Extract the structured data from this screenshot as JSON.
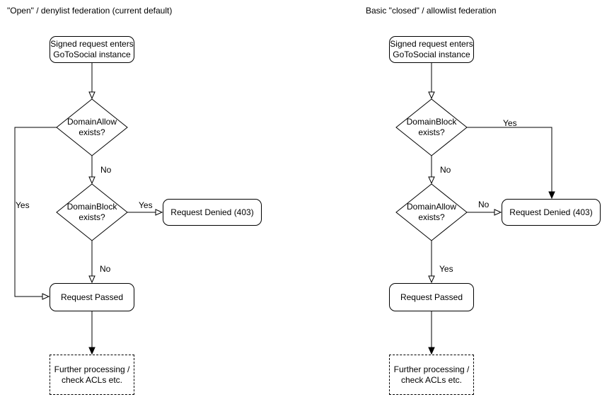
{
  "page": {
    "background": "#ffffff",
    "stroke_color": "#000000",
    "text_color": "#000000"
  },
  "flowcharts": [
    {
      "title": "\"Open\" / denylist federation (current default)",
      "nodes": {
        "start": "Signed request enters\nGoToSocial instance",
        "decision1": "DomainAllow\nexists?",
        "decision2": "DomainBlock\nexists?",
        "denied": "Request Denied (403)",
        "passed": "Request Passed",
        "further": "Further processing /\ncheck ACLs etc."
      },
      "edge_labels": {
        "decision1_branch": "Yes",
        "decision1_down": "No",
        "decision2_branch": "Yes",
        "decision2_down": "No"
      }
    },
    {
      "title": "Basic \"closed\" / allowlist federation",
      "nodes": {
        "start": "Signed request enters\nGoToSocial instance",
        "decision1": "DomainBlock\nexists?",
        "decision2": "DomainAllow\nexists?",
        "denied": "Request Denied (403)",
        "passed": "Request Passed",
        "further": "Further processing /\ncheck ACLs etc."
      },
      "edge_labels": {
        "decision1_branch": "Yes",
        "decision1_down": "No",
        "decision2_branch": "No",
        "decision2_down": "Yes"
      }
    }
  ]
}
